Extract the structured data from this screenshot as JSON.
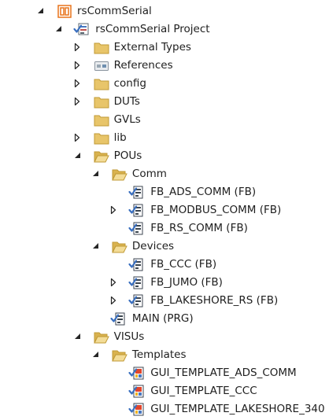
{
  "icons": {
    "folder": "folder-icon",
    "open_folder": "open-folder-icon",
    "references": "references-icon",
    "project": "project-icon",
    "solution": "solution-icon",
    "pou": "pou-icon",
    "visu": "visualization-icon"
  },
  "colors": {
    "folder_fill": "#e8c56a",
    "folder_stroke": "#c09a36",
    "checkmark": "#3a6fbf",
    "solution": "#e8741b",
    "text": "#1e1e1e"
  },
  "tree": [
    {
      "label": "rsCommSerial",
      "icon": "solution",
      "expanded": true,
      "has_children": true
    },
    {
      "label": "rsCommSerial Project",
      "icon": "project",
      "expanded": true,
      "has_children": true,
      "checked": true
    },
    {
      "label": "External Types",
      "icon": "folder",
      "expanded": false,
      "has_children": true
    },
    {
      "label": "References",
      "icon": "references",
      "expanded": false,
      "has_children": true
    },
    {
      "label": "config",
      "icon": "folder",
      "expanded": false,
      "has_children": true
    },
    {
      "label": "DUTs",
      "icon": "folder",
      "expanded": false,
      "has_children": true
    },
    {
      "label": "GVLs",
      "icon": "folder",
      "expanded": false,
      "has_children": false
    },
    {
      "label": "lib",
      "icon": "folder",
      "expanded": false,
      "has_children": true
    },
    {
      "label": "POUs",
      "icon": "open_folder",
      "expanded": true,
      "has_children": true
    },
    {
      "label": "Comm",
      "icon": "open_folder",
      "expanded": true,
      "has_children": true
    },
    {
      "label": "FB_ADS_COMM (FB)",
      "icon": "pou",
      "expanded": false,
      "has_children": false,
      "checked": true
    },
    {
      "label": "FB_MODBUS_COMM (FB)",
      "icon": "pou",
      "expanded": false,
      "has_children": true,
      "checked": true
    },
    {
      "label": "FB_RS_COMM (FB)",
      "icon": "pou",
      "expanded": false,
      "has_children": false,
      "checked": true
    },
    {
      "label": "Devices",
      "icon": "open_folder",
      "expanded": true,
      "has_children": true
    },
    {
      "label": "FB_CCC (FB)",
      "icon": "pou",
      "expanded": false,
      "has_children": false,
      "checked": true
    },
    {
      "label": "FB_JUMO (FB)",
      "icon": "pou",
      "expanded": false,
      "has_children": true,
      "checked": true
    },
    {
      "label": "FB_LAKESHORE_RS (FB)",
      "icon": "pou",
      "expanded": false,
      "has_children": true,
      "checked": true
    },
    {
      "label": "MAIN (PRG)",
      "icon": "pou",
      "expanded": false,
      "has_children": false,
      "checked": true
    },
    {
      "label": "VISUs",
      "icon": "open_folder",
      "expanded": true,
      "has_children": true
    },
    {
      "label": "Templates",
      "icon": "open_folder",
      "expanded": true,
      "has_children": true
    },
    {
      "label": "GUI_TEMPLATE_ADS_COMM",
      "icon": "visu",
      "expanded": false,
      "has_children": false,
      "checked": true
    },
    {
      "label": "GUI_TEMPLATE_CCC",
      "icon": "visu",
      "expanded": false,
      "has_children": false,
      "checked": true
    },
    {
      "label": "GUI_TEMPLATE_LAKESHORE_340",
      "icon": "visu",
      "expanded": false,
      "has_children": false,
      "checked": true
    }
  ]
}
